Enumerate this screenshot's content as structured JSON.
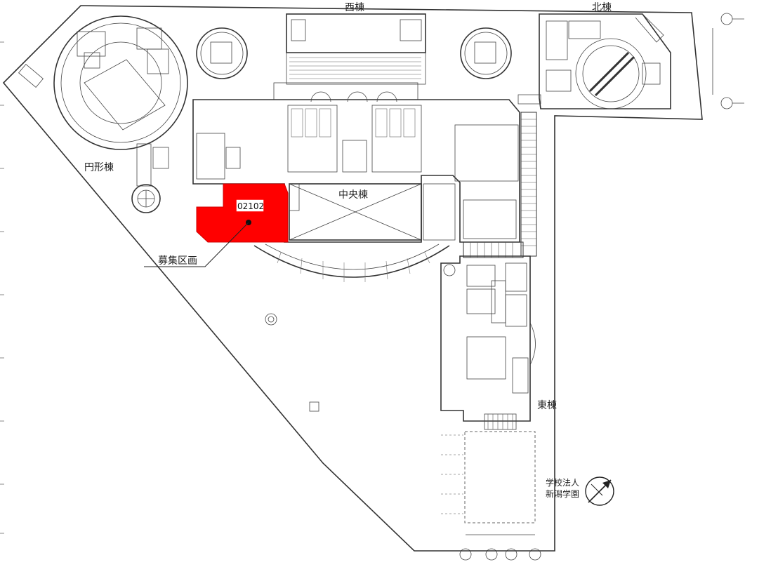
{
  "labels": {
    "west_building": "西棟",
    "north_building": "北棟",
    "circular_building": "円形棟",
    "central_building": "中央棟",
    "east_building": "東棟",
    "recruitment_area": "募集区画",
    "highlighted_unit": "02102",
    "school_line1": "学校法人",
    "school_line2": "新潟学園"
  },
  "colors": {
    "highlight": "#ff0000",
    "line": "#333333",
    "background": "#ffffff"
  },
  "icons": {
    "compass": "north-arrow-icon"
  }
}
